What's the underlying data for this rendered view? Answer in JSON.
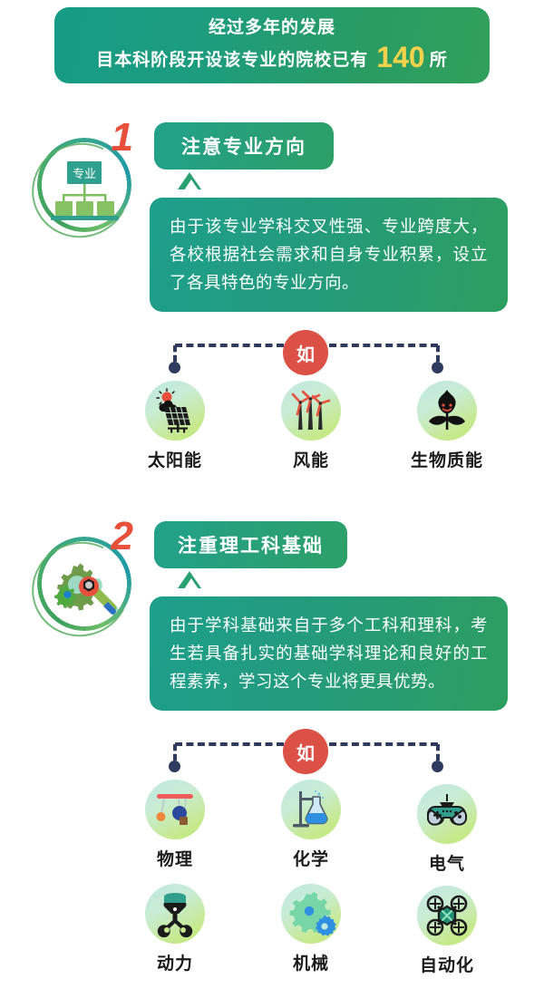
{
  "banner": {
    "line1": "经过多年的发展",
    "line2_prefix": "目本科阶段开设该专业的院校已有",
    "number": "140",
    "unit": "所",
    "bg_gradient_from": "#169b86",
    "bg_gradient_to": "#31a05b",
    "number_color": "#f4d24c"
  },
  "sections": [
    {
      "number": "1",
      "badge_icon": "org-chart-icon",
      "badge_label": "专业",
      "title": "注意专业方向",
      "body": "由于该专业学科交叉性强、专业跨度大，各校根据社会需求和自身专业积累，设立了各具特色的专业方向。",
      "connector_label": "如",
      "connector_color": "#dc5145",
      "examples": [
        {
          "label": "太阳能",
          "icon": "solar-panel-icon"
        },
        {
          "label": "风能",
          "icon": "wind-turbine-icon"
        },
        {
          "label": "生物质能",
          "icon": "biomass-flower-icon"
        }
      ]
    },
    {
      "number": "2",
      "badge_icon": "wrench-gear-icon",
      "badge_label": "",
      "title": "注重理工科基础",
      "body": "由于学科基础来自于多个工科和理科，考生若具备扎实的基础学科理论和良好的工程素养，学习这个专业将更具优势。",
      "connector_label": "如",
      "connector_color": "#dc5145",
      "examples": [
        {
          "label": "物理",
          "icon": "pendulum-icon"
        },
        {
          "label": "化学",
          "icon": "flask-icon"
        },
        {
          "label": "电气",
          "icon": "gamepad-icon"
        },
        {
          "label": "动力",
          "icon": "piston-icon"
        },
        {
          "label": "机械",
          "icon": "gears-icon"
        },
        {
          "label": "自动化",
          "icon": "drone-icon"
        }
      ]
    }
  ],
  "theme": {
    "teal": "#1d9f8c",
    "green": "#2d9e60",
    "navy": "#2e3a5e",
    "red": "#dc5145",
    "yellow": "#f4d24c",
    "icon_bg_top": "#bfe8e2",
    "icon_bg_bottom": "#bfe878"
  }
}
